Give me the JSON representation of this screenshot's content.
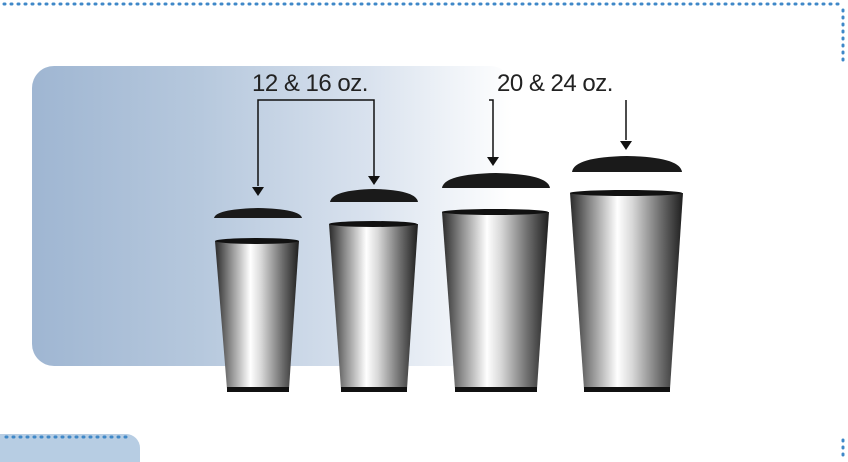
{
  "labels": {
    "group_small": "12 & 16 oz.",
    "group_large": "20 & 24 oz."
  },
  "colors": {
    "backdrop_start": "#9fb6d2",
    "dots": "#3f88c8",
    "lid": "#1a1a1a",
    "tab": "#b7cde3"
  },
  "cups": [
    {
      "name": "cup-12oz",
      "group": "12 & 16 oz."
    },
    {
      "name": "cup-16oz",
      "group": "12 & 16 oz."
    },
    {
      "name": "cup-20oz",
      "group": "20 & 24 oz."
    },
    {
      "name": "cup-24oz",
      "group": "20 & 24 oz."
    }
  ]
}
